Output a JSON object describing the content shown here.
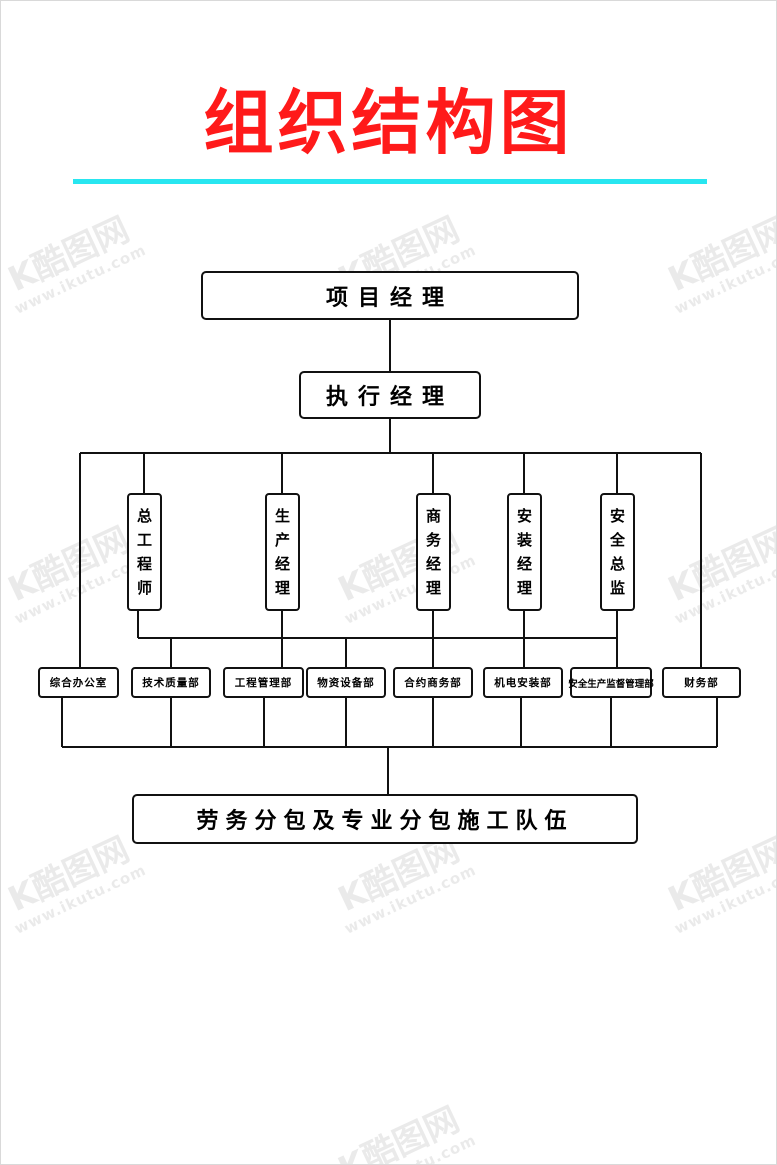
{
  "title": "组织结构图",
  "colors": {
    "title": "#ff1a1a",
    "rule": "#28e6f0",
    "line": "#111111"
  },
  "watermark": {
    "logo": "K酷图网",
    "url": "www.ikutu.com"
  },
  "top": {
    "project_manager": "项目经理",
    "executive_manager": "执行经理"
  },
  "managers": [
    {
      "label": "总工程师"
    },
    {
      "label": "生产经理"
    },
    {
      "label": "商务经理"
    },
    {
      "label": "安装经理"
    },
    {
      "label": "安全总监"
    }
  ],
  "departments": [
    {
      "label": "综合办公室"
    },
    {
      "label": "技术质量部"
    },
    {
      "label": "工程管理部"
    },
    {
      "label": "物资设备部"
    },
    {
      "label": "合约商务部"
    },
    {
      "label": "机电安装部"
    },
    {
      "label": "安全生产监督管理部"
    },
    {
      "label": "财务部"
    }
  ],
  "bottom": {
    "label": "劳务分包及专业分包施工队伍"
  }
}
